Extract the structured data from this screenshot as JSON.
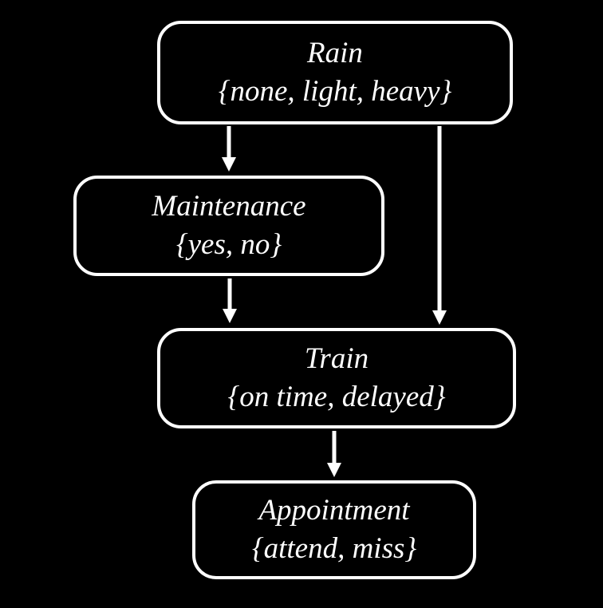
{
  "diagram_type": "directed-graph",
  "colors": {
    "background": "#000000",
    "node_border": "#ffffff",
    "node_fill": "#000000",
    "text": "#ffffff",
    "arrow": "#ffffff"
  },
  "nodes": {
    "rain": {
      "label": "Rain",
      "values": "{none, light, heavy}"
    },
    "maintenance": {
      "label": "Maintenance",
      "values": "{yes, no}"
    },
    "train": {
      "label": "Train",
      "values": "{on time, delayed}"
    },
    "appointment": {
      "label": "Appointment",
      "values": "{attend, miss}"
    }
  },
  "edges": [
    {
      "from": "Rain",
      "to": "Maintenance"
    },
    {
      "from": "Rain",
      "to": "Train"
    },
    {
      "from": "Maintenance",
      "to": "Train"
    },
    {
      "from": "Train",
      "to": "Appointment"
    }
  ]
}
